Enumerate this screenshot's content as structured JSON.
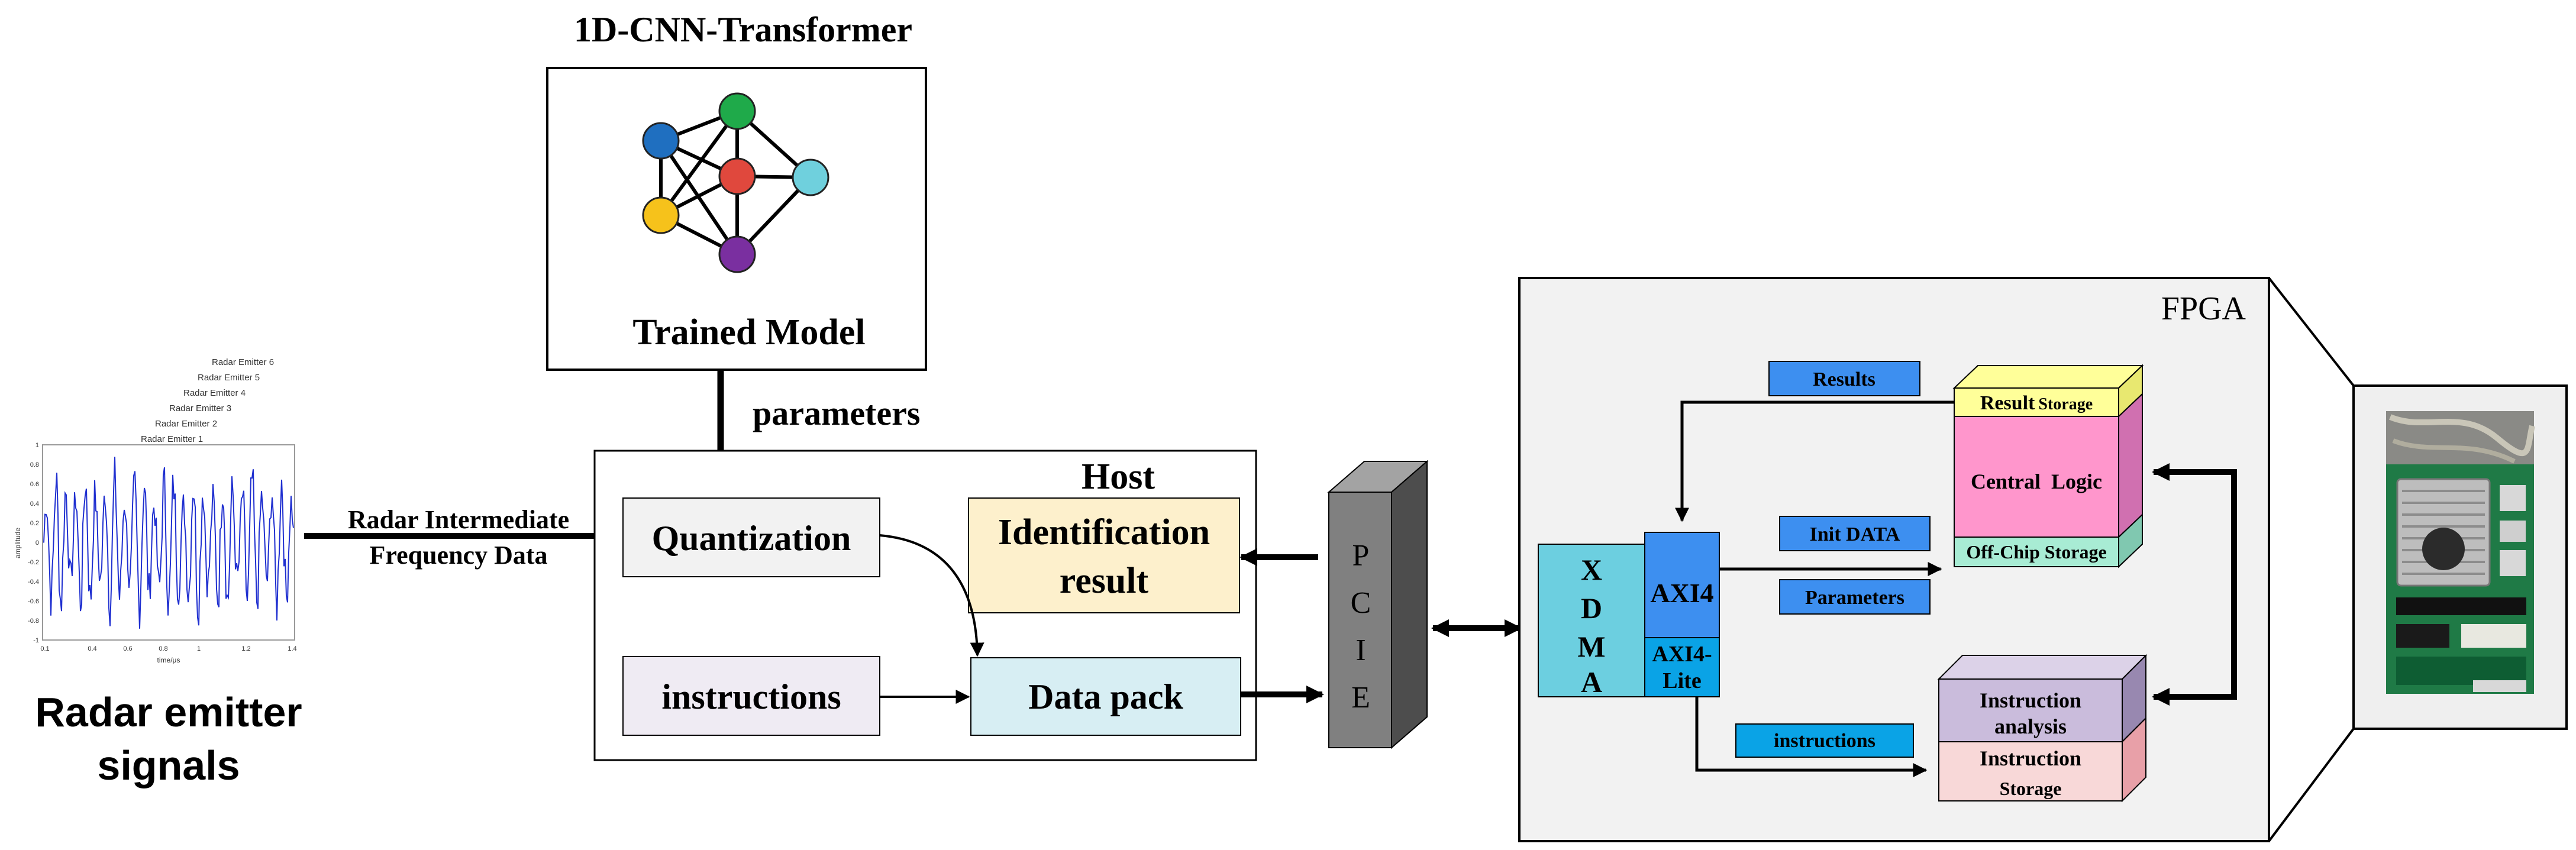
{
  "model": {
    "title": "1D-CNN-Transformer",
    "caption": "Trained Model",
    "node_colors": [
      "#1f6fc0",
      "#1faa4a",
      "#e0483d",
      "#6fd0dd",
      "#f6c21b",
      "#7a2fa0"
    ]
  },
  "arrows": {
    "parameters": "parameters",
    "radar_if_line1": "Radar Intermediate",
    "radar_if_line2": "Frequency Data"
  },
  "signal": {
    "label_line1": "Radar emitter",
    "label_line2": "signals",
    "legend": [
      "Radar Emitter 6",
      "Radar Emitter 5",
      "Radar Emitter 4",
      "Radar Emitter 3",
      "Radar Emitter 2",
      "Radar Emitter 1"
    ],
    "y_axis_label": "amplitude",
    "x_axis_label": "time/μs",
    "y_ticks": [
      "1",
      "0.8",
      "0.6",
      "0.4",
      "0.2",
      "0",
      "-0.2",
      "-0.4",
      "-0.6",
      "-0.8",
      "-1"
    ],
    "x_ticks": [
      "0.1",
      "0.4",
      "0.6",
      "0.8",
      "1",
      "1.2",
      "1.4"
    ],
    "line_color": "#1f2fd0"
  },
  "host": {
    "title": "Host",
    "quantization": "Quantization",
    "identification_line1": "Identification",
    "identification_line2": "result",
    "instructions": "instructions",
    "data_pack": "Data pack"
  },
  "pcie": {
    "letters": [
      "P",
      "C",
      "I",
      "E"
    ]
  },
  "fpga": {
    "title": "FPGA",
    "xdma_letters": [
      "X",
      "D",
      "M",
      "A"
    ],
    "axi4": "AXI4",
    "axi4_lite_line1": "AXI4-",
    "axi4_lite_line2": "Lite",
    "results_tag": "Results",
    "init_data_tag": "Init DATA",
    "parameters_tag": "Parameters",
    "instructions_tag": "instructions",
    "result_storage_bold": "Result",
    "result_storage_rest": "Storage",
    "central_logic": "Central  Logic",
    "off_chip_storage": "Off-Chip Storage",
    "instruction_analysis_line1": "Instruction",
    "instruction_analysis_line2": "analysis",
    "instruction_storage_line1": "Instruction",
    "instruction_storage_line2": "Storage"
  }
}
